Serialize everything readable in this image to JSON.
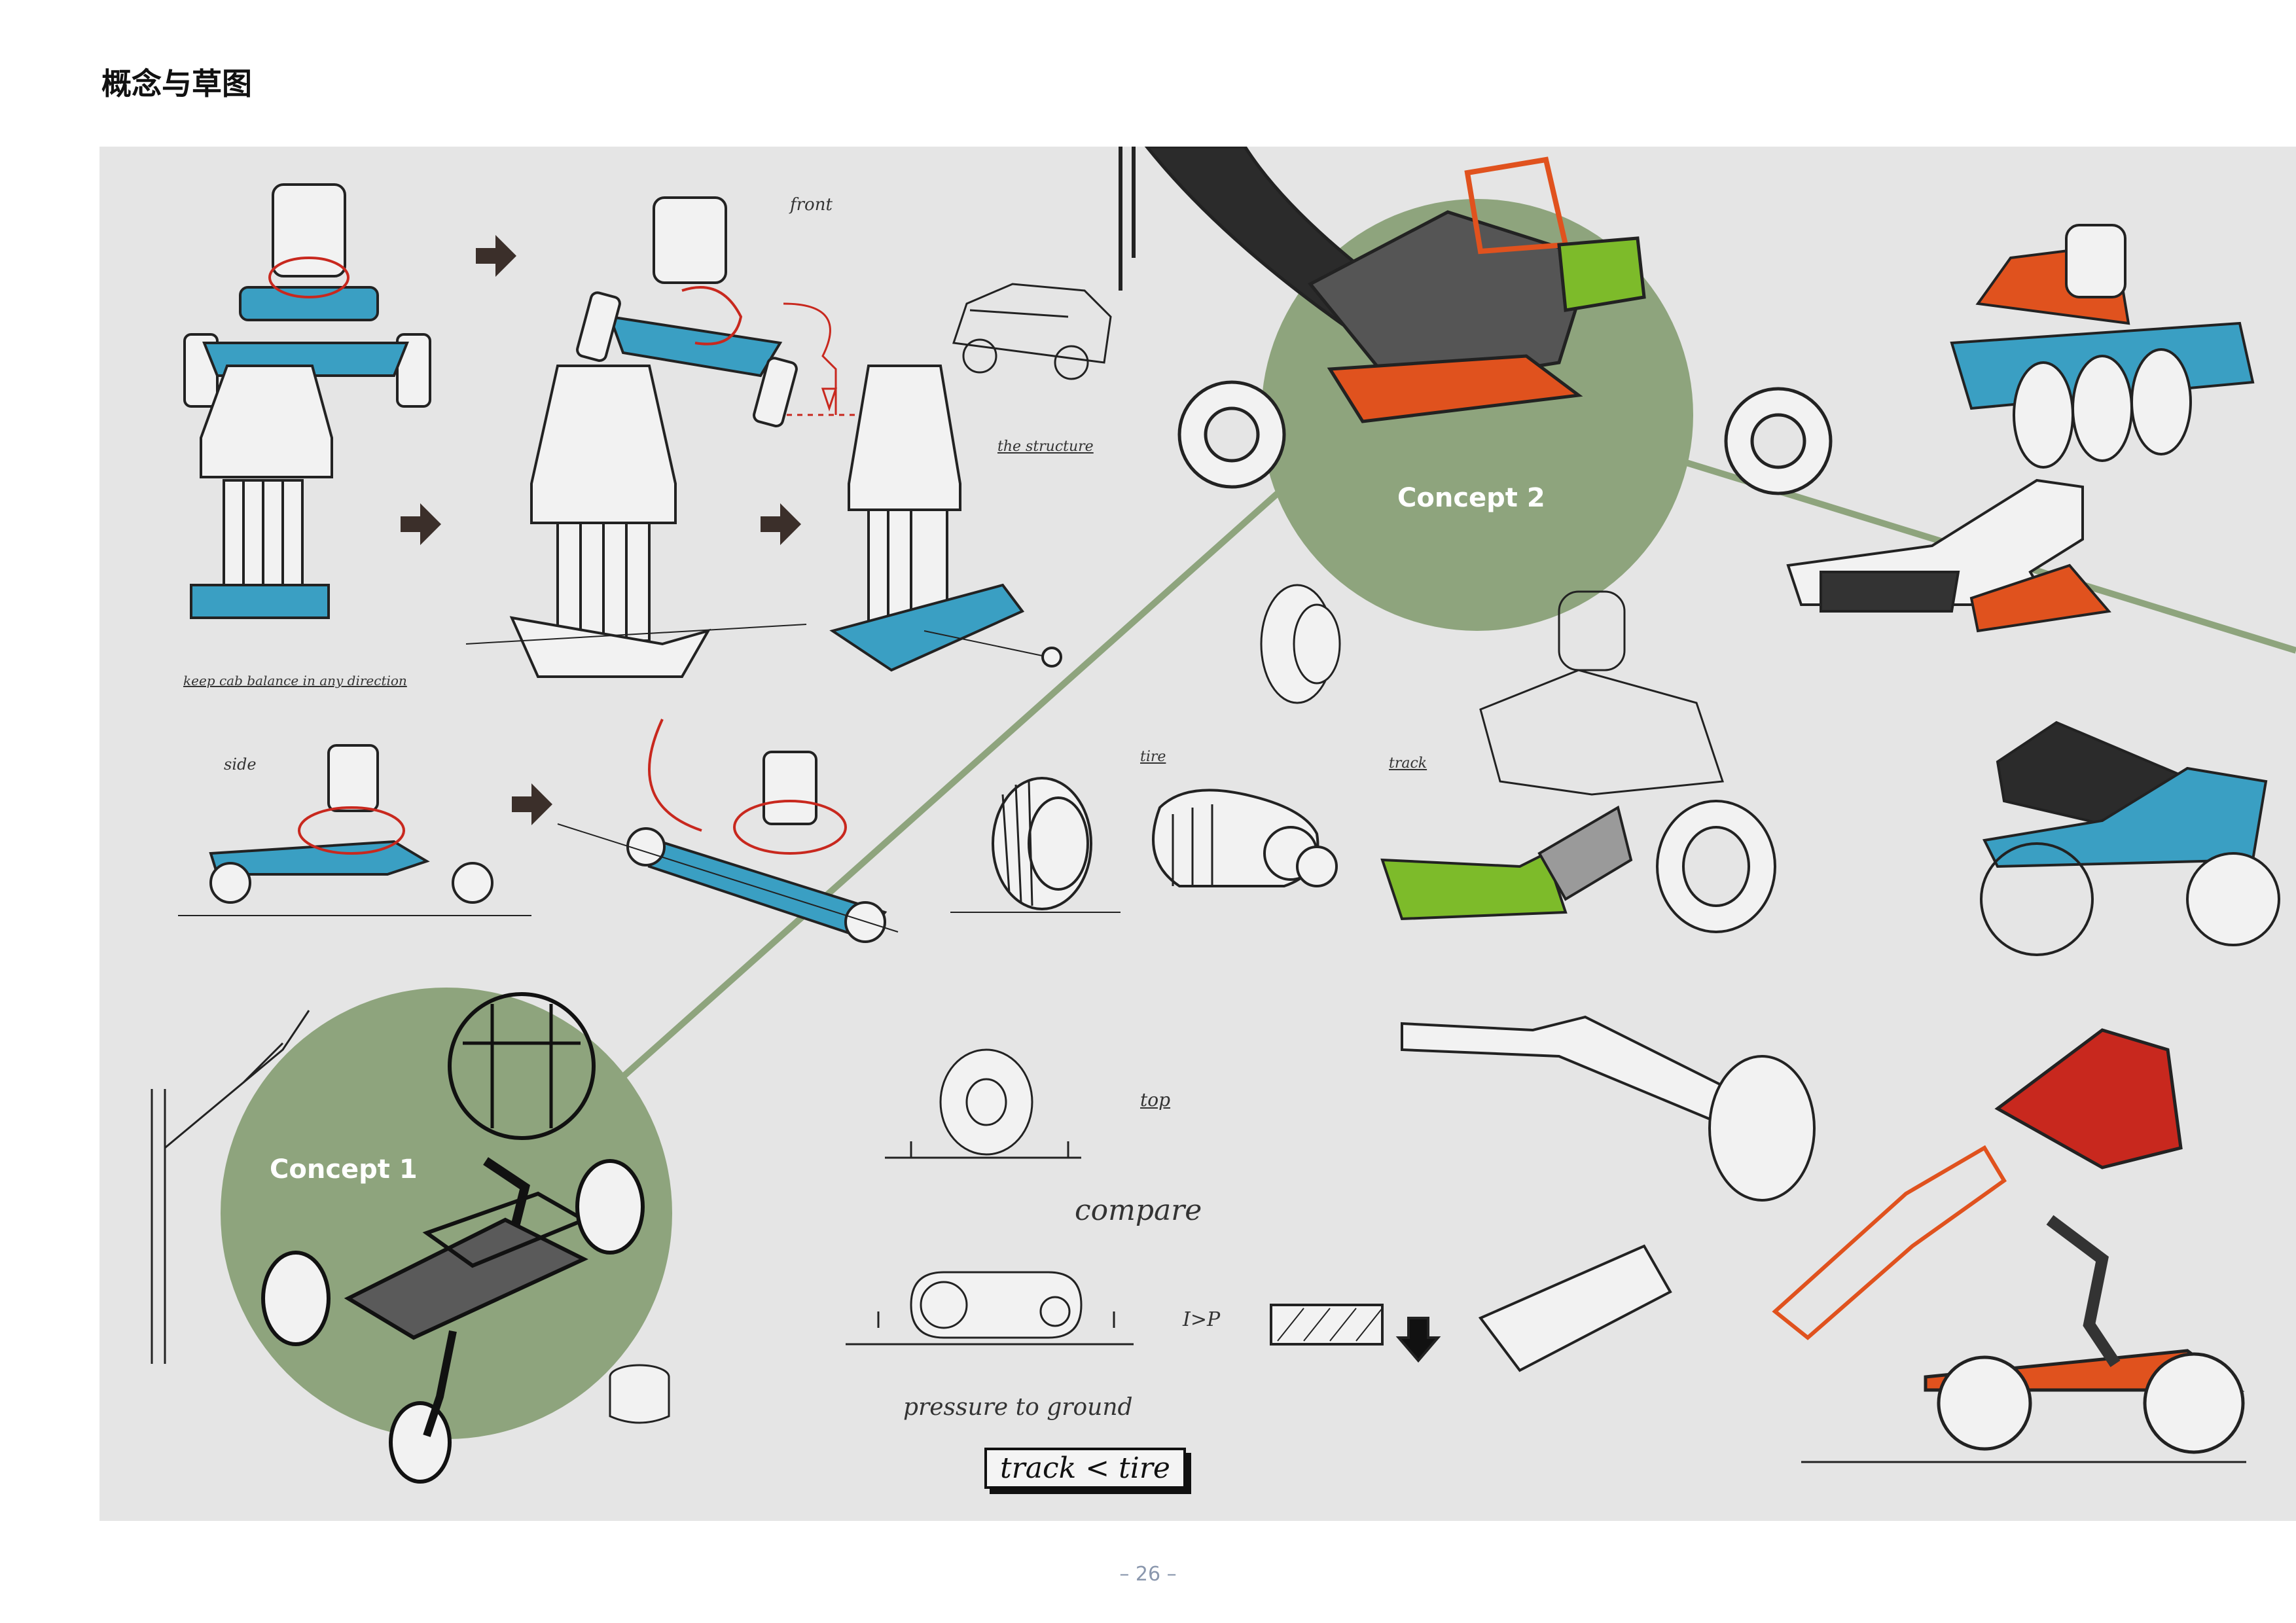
{
  "page": {
    "title": "概念与草图",
    "page_number": "– 26 –"
  },
  "concepts": {
    "concept1": "Concept 1",
    "concept2": "Concept 2"
  },
  "notes": {
    "front": "front",
    "structure": "the structure",
    "balance": "keep cab balance in any direction",
    "side": "side",
    "tire": "tire",
    "track": "track",
    "top": "top",
    "compare": "compare",
    "pressure": "pressure to ground",
    "ip": "I>P",
    "comparison": "track < tire"
  },
  "colors": {
    "board": "#e5e5e5",
    "concept_circle": "#8ea47d",
    "connector_line": "#8ea47d",
    "sketch_blue": "#3a9fc3",
    "sketch_red": "#c8281e",
    "sketch_orange": "#e0521e",
    "sketch_green": "#7dbb2a"
  }
}
